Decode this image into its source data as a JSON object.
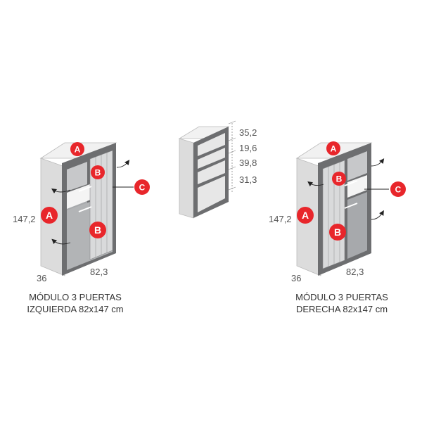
{
  "labels": {
    "a": "A",
    "b": "B",
    "c": "C"
  },
  "left_module": {
    "caption_line1": "MÓDULO 3 PUERTAS",
    "caption_line2": "IZQUIERDA 82x147 cm",
    "height": "147,2",
    "depth": "36",
    "width": "82,3"
  },
  "right_module": {
    "caption_line1": "MÓDULO 3 PUERTAS",
    "caption_line2": "DERECHA 82x147 cm",
    "height": "147,2",
    "depth": "36",
    "width": "82,3"
  },
  "center_module": {
    "shelf_1": "35,2",
    "shelf_2": "19,6",
    "shelf_3": "39,8",
    "shelf_4": "31,3"
  },
  "colors": {
    "badge": "#e8262b",
    "carcass_light": "#eeeeee",
    "carcass_side": "#cfcfcf",
    "frame_dark": "#6d6e70",
    "interior": "#a7a9ac"
  }
}
